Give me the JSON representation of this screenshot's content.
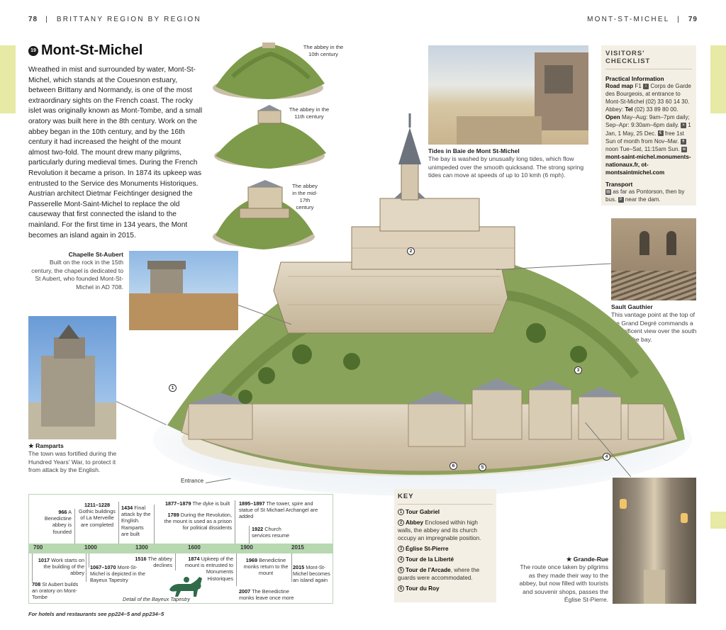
{
  "header": {
    "left_page": "78",
    "left_title": "BRITTANY REGION BY REGION",
    "right_title": "MONT-ST-MICHEL",
    "right_page": "79"
  },
  "article": {
    "badge": "19",
    "title": "Mont-St-Michel",
    "intro": "Wreathed in mist and surrounded by water, Mont-St-Michel, which stands at the Couesnon estuary, between Brittany and Normandy, is one of the most extraordinary sights on the French coast. The rocky islet was originally known as Mont-Tombe, and a small oratory was built here in the 8th century. Work on the abbey began in the 10th century, and by the 16th century it had increased the height of the mount almost two-fold. The mount drew many pilgrims, particularly during medieval times. During the French Revolution it became a prison. In 1874 its upkeep was entrusted to the Service des Monuments Historiques. Austrian architect Dietmar Feichtinger designed the Passerelle Mont-Saint-Michel to replace the old causeway that first connected the island to the mainland. For the first time in 134 years, the Mont becomes an island again in 2015."
  },
  "illustration_labels": {
    "c10": "The abbey in the 10th century",
    "c11": "The abbey in the 11th century",
    "c17": "The abbey in the mid-17th century",
    "entrance": "Entrance"
  },
  "captions": {
    "chapelle_title": "Chapelle St-Aubert",
    "chapelle_text": "Built on the rock in the 15th century, the chapel is dedicated to St Aubert, who founded Mont-St-Michel in AD 708.",
    "ramparts_title": "★ Ramparts",
    "ramparts_text": "The town was fortified during the Hundred Years' War, to protect it from attack by the English.",
    "tides_title": "Tides in Baie de Mont St-Michel",
    "tides_text": "The bay is washed by unusually long tides, which flow unimpeded over the smooth quicksand. The strong spring tides can move at speeds of up to 10 kmh (6 mph).",
    "sault_title": "Sault Gauthier",
    "sault_text": "This vantage point at the top of the Grand Degré commands a magnificent view over the south side of the bay.",
    "grande_title": "★ Grande-Rue",
    "grande_text": "The route once taken by pilgrims as they made their way to the abbey, but now filled with tourists and souvenir shops, passes the Église St-Pierre."
  },
  "checklist": {
    "title": "VISITORS' CHECKLIST",
    "practical_heading": "Practical Information",
    "road_map_label": "Road map",
    "road_map_value": "F1",
    "info_text": "Corps de Garde des Bourgeois, at entrance to Mont-St-Michel (02) 33 60 14 30.",
    "abbey_label": "Abbey:",
    "tel_label": "Tel",
    "tel_value": "(02) 33 89 80 00.",
    "open_label": "Open",
    "open_text": "May–Aug: 9am–7pm daily; Sep–Apr: 9:30am–6pm daily.",
    "closed_text": "1 Jan, 1 May, 25 Dec.",
    "free_text": "free 1st Sun of month from Nov–Mar.",
    "mass_text": "noon Tue–Sat, 11:15am Sun.",
    "web_text": "mont-saint-michel.monuments-nationaux.fr, ot-montsaintmichel.com",
    "transport_heading": "Transport",
    "transport_text": "as far as Pontorson, then by bus.",
    "transport_text2": "near the dam."
  },
  "key": {
    "title": "KEY",
    "items": [
      {
        "n": "1",
        "name": "Tour Gabriel",
        "desc": ""
      },
      {
        "n": "2",
        "name": "Abbey",
        "desc": "Enclosed within high walls, the abbey and its church occupy an impregnable position."
      },
      {
        "n": "3",
        "name": "Église St-Pierre",
        "desc": ""
      },
      {
        "n": "4",
        "name": "Tour de la Liberté",
        "desc": ""
      },
      {
        "n": "5",
        "name": "Tour de l'Arcade",
        "desc": ", where the guards were accommodated."
      },
      {
        "n": "6",
        "name": "Tour du Roy",
        "desc": ""
      }
    ]
  },
  "timeline": {
    "years": [
      "700",
      "1000",
      "1300",
      "1600",
      "1900",
      "2015"
    ],
    "above": [
      {
        "y": "966",
        "t": "A Benedictine abbey is founded"
      },
      {
        "y": "1211–1228",
        "t": "Gothic buildings of La Merveille are completed"
      },
      {
        "y": "1434",
        "t": "Final attack by the English. Ramparts are built"
      },
      {
        "y": "1877–1879",
        "t": "The dyke is built"
      },
      {
        "y": "1789",
        "t": "During the Revolution, the mount is used as a prison for political dissidents"
      },
      {
        "y": "1895–1897",
        "t": "The tower, spire and statue of St Michael Archangel are added"
      },
      {
        "y": "1922",
        "t": "Church services resume"
      }
    ],
    "below": [
      {
        "y": "1017",
        "t": "Work starts on the building of the abbey"
      },
      {
        "y": "708",
        "t": "St Aubert builds an oratory on Mont-Tombe"
      },
      {
        "y": "1067–1070",
        "t": "Mont-St-Michel is depicted in the Bayeux Tapestry"
      },
      {
        "y": "1516",
        "t": "The abbey declines"
      },
      {
        "y": "1874",
        "t": "Upkeep of the mount is entrusted to Monuments Historiques"
      },
      {
        "y": "1969",
        "t": "Benedictine monks return to the mount"
      },
      {
        "y": "2007",
        "t": "The Benedictine monks leave once more"
      },
      {
        "y": "2015",
        "t": "Mont-St-Michel becomes an island again"
      }
    ],
    "tapestry_caption": "Detail of the Bayeux Tapestry"
  },
  "footer": "For hotels and restaurants see pp224–5 and pp234–5",
  "colors": {
    "tab": "#e6eaa4",
    "panel": "#f4efe4",
    "timeline_bar": "#b7d8b0",
    "timeline_border": "#b9d3b6"
  }
}
